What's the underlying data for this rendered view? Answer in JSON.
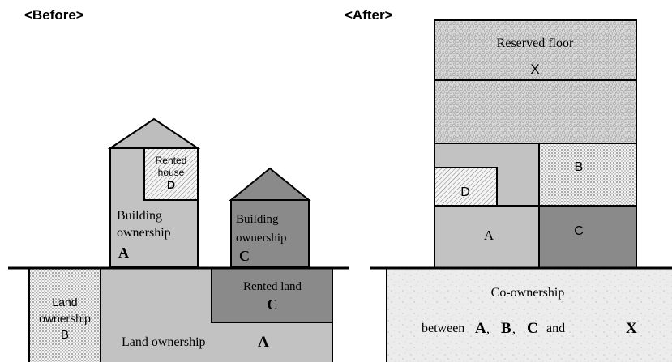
{
  "headers": {
    "before": "<Before>",
    "after": "<After>"
  },
  "before": {
    "rented_house_line1": "Rented",
    "rented_house_line2": "house",
    "rented_house_letter": "D",
    "building_a_line1": "Building",
    "building_a_line2": "ownership",
    "building_a_letter": "A",
    "building_c_line1": "Building",
    "building_c_line2": "ownership",
    "building_c_letter": "C",
    "rented_land": "Rented land",
    "rented_land_letter": "C",
    "land_b_line1": "Land",
    "land_b_line2": "ownership",
    "land_b_letter": "B",
    "land_a": "Land ownership",
    "land_a_letter": "A"
  },
  "after": {
    "reserved_floor": "Reserved floor",
    "reserved_letter": "X",
    "unit_b": "B",
    "unit_d": "D",
    "unit_a": "A",
    "unit_c": "C",
    "coown_line1": "Co-ownership",
    "coown_prefix": "between",
    "coown_a": "A",
    "coown_b": "B",
    "coown_c": "C",
    "coown_and": "and",
    "coown_x": "X"
  },
  "colors": {
    "light_gray": "#c2c2c2",
    "dark_gray": "#8a8a8a",
    "mid_gray": "#a9a9a9"
  }
}
